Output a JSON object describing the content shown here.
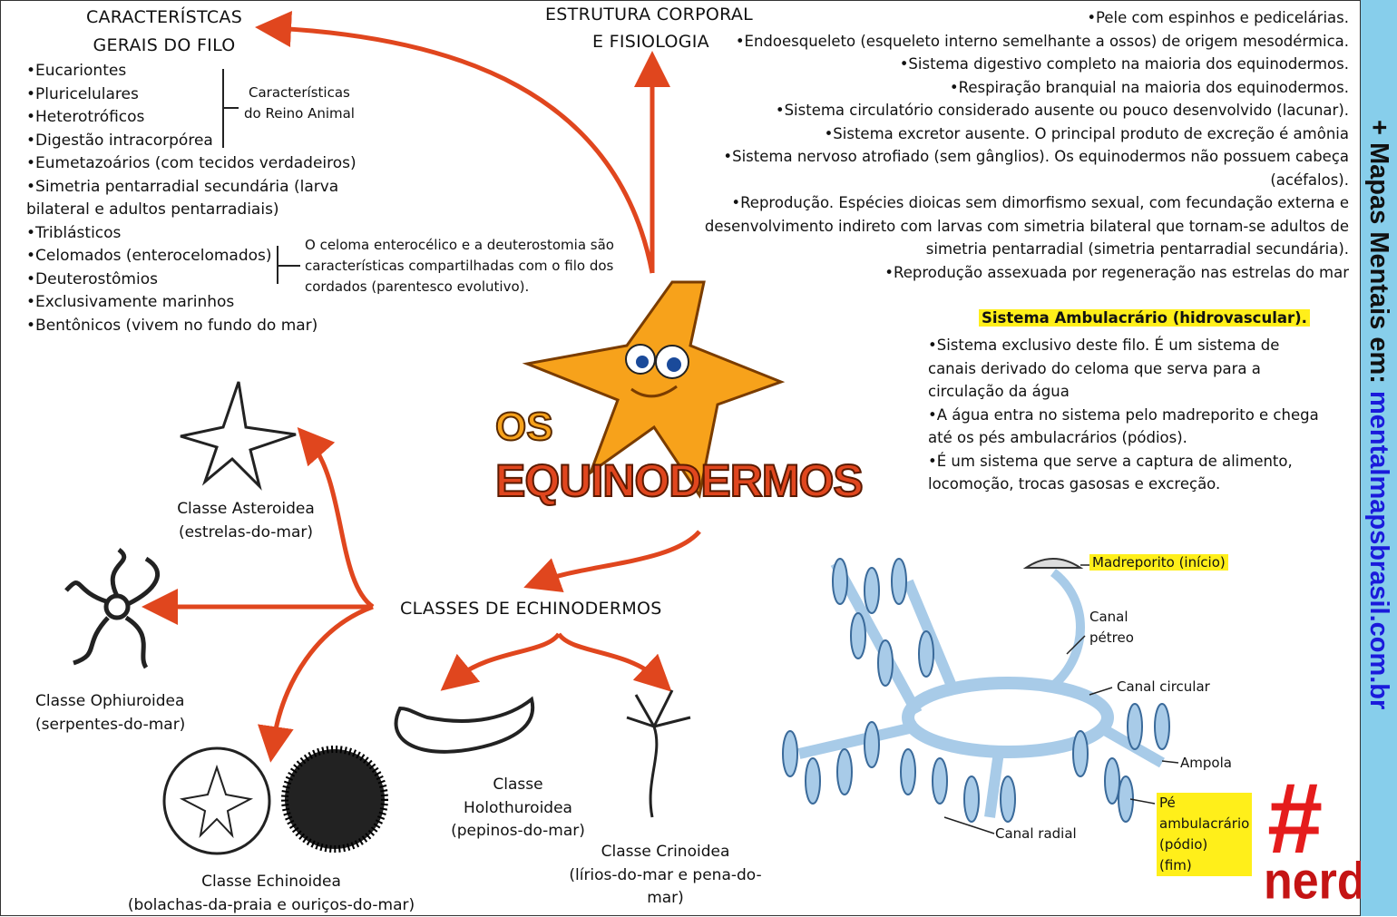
{
  "caracteristicas": {
    "title": [
      "CARACTERÍSTCAS",
      "GERAIS DO FILO"
    ],
    "items": [
      "•Eucariontes",
      "•Pluricelulares",
      "•Heterotróficos",
      "•Digestão intracorpórea",
      "•Eumetazoários (com tecidos verdadeiros)",
      "•Simetria pentarradial secundária (larva",
      "bilateral e adultos pentarradiais)",
      "•Triblásticos",
      "•Celomados (enterocelomados)",
      "•Deuterostômios",
      "•Exclusivamente marinhos",
      "•Bentônicos (vivem no fundo do mar)"
    ],
    "reino_note": [
      "Características",
      "do Reino Animal"
    ],
    "celoma_note": [
      "O celoma enterocélico e a deuterostomia são",
      "características compartilhadas com o filo dos",
      "cordados (parentesco evolutivo)."
    ]
  },
  "estrutura": {
    "title": [
      "ESTRUTURA CORPORAL",
      "E FISIOLOGIA"
    ],
    "lines": [
      "•Pele com espinhos e pedicelárias.",
      "•Endoesqueleto (esqueleto interno semelhante a ossos) de origem mesodérmica.",
      "•Sistema digestivo completo na maioria dos equinodermos.",
      "•Respiração branquial na maioria dos equinodermos.",
      "•Sistema circulatório considerado ausente ou pouco desenvolvido (lacunar).",
      "•Sistema excretor ausente. O principal produto de excreção é amônia",
      "•Sistema nervoso atrofiado (sem gânglios). Os equinodermos não possuem cabeça",
      "(acéfalos).",
      "•Reprodução. Espécies dioicas sem dimorfismo sexual, com fecundação externa e",
      "desenvolvimento indireto com larvas com simetria bilateral que tornam-se adultos de",
      "simetria pentarradial (simetria pentarradial secundária).",
      "•Reprodução assexuada por regeneração nas estrelas do mar"
    ]
  },
  "ambulacrario": {
    "title": "Sistema Ambulacrário (hidrovascular).",
    "lines": [
      "•Sistema exclusivo deste filo. É um sistema de",
      "canais derivado do celoma que serva para a",
      "circulação da água",
      "•A água entra no sistema pelo madreporito e chega",
      "até os pés ambulacrários (pódios).",
      "•É um sistema que serve a captura de alimento,",
      "locomoção, trocas gasosas e excreção."
    ],
    "labels": {
      "madreporito": "Madreporito (início)",
      "canal_petreo": [
        "Canal",
        "pétreo"
      ],
      "canal_circular": "Canal circular",
      "ampola": "Ampola",
      "pe": [
        "Pé",
        "ambulacrário",
        "(pódio)",
        "(fim)"
      ],
      "canal_radial": "Canal radial"
    }
  },
  "center": {
    "os": "OS",
    "title": "EQUINODERMOS"
  },
  "classes": {
    "title": "CLASSES DE ECHINODERMOS",
    "asteroidea": [
      "Classe Asteroidea",
      "(estrelas-do-mar)"
    ],
    "ophiuroidea": [
      "Classe Ophiuroidea",
      "(serpentes-do-mar)"
    ],
    "echinoidea": [
      "Classe Echinoidea",
      "(bolachas-da-praia e ouriços-do-mar)"
    ],
    "holothuroidea": [
      "Classe",
      "Holothuroidea",
      "(pepinos-do-mar)"
    ],
    "crinoidea": [
      "Classe Crinoidea",
      "(lírios-do-mar e pena-do-",
      "mar)"
    ]
  },
  "logo": {
    "text": "nerd",
    "sub": "nerd"
  },
  "sidebar": {
    "prefix": "+ Mapas Mentais em: ",
    "site": "mentalmapsbrasil.com.br"
  },
  "colors": {
    "arrow": "#e0461e",
    "star": "#f7a21b",
    "highlight": "#ffef1a",
    "sidebar": "#87ceeb",
    "link": "#1a1adb",
    "ambulacral": "#a8cbe8"
  }
}
